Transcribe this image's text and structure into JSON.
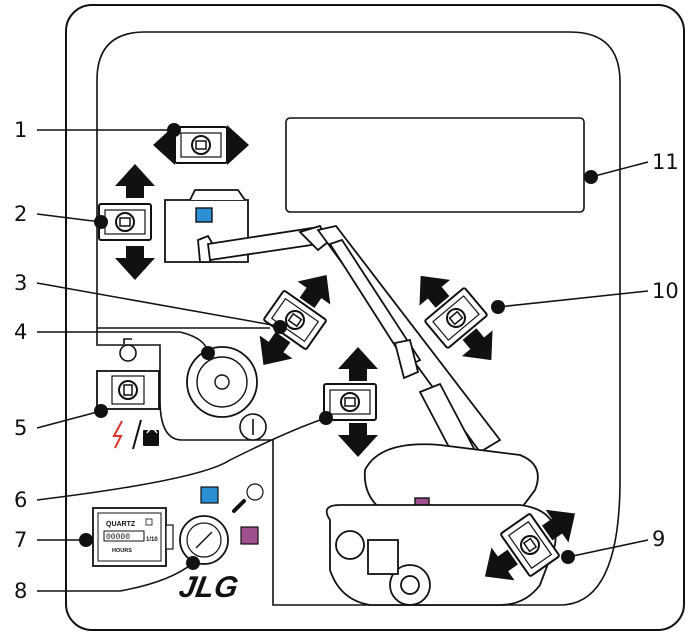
{
  "callouts": [
    "1",
    "2",
    "3",
    "4",
    "5",
    "6",
    "7",
    "8",
    "9",
    "10",
    "11"
  ],
  "hour_meter": {
    "brand": "QUARTZ",
    "digits": "00000",
    "unit": "HOURS",
    "fraction": "1/10"
  },
  "logo": "JLG",
  "colors": {
    "blue_indicator": "#2b8fd4",
    "magenta_indicator": "#a0508f",
    "power_symbol": "#d8342c",
    "line": "#111111"
  },
  "icons": [
    "toggle-switch-icon",
    "double-arrow-icon",
    "key-switch-icon",
    "emergency-stop-icon",
    "power-and-lock-icon",
    "hour-meter-icon",
    "boom-lift-illustration"
  ]
}
